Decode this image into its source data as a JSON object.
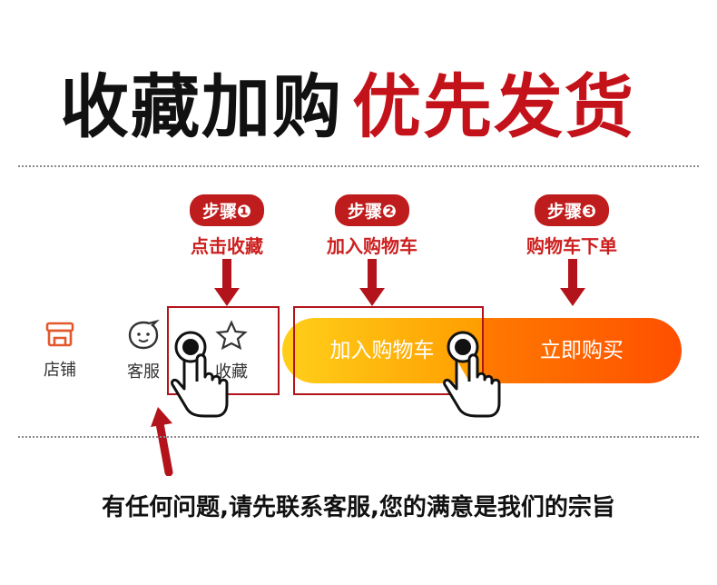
{
  "headline": {
    "black": "收藏加购",
    "red": "优先发货"
  },
  "steps": [
    {
      "badge": "步骤❶",
      "desc": "点击收藏"
    },
    {
      "badge": "步骤❷",
      "desc": "加入购物车"
    },
    {
      "badge": "步骤❸",
      "desc": "购物车下单"
    }
  ],
  "bar": {
    "shop": "店铺",
    "service": "客服",
    "favorite": "收藏",
    "add_cart": "加入购物车",
    "buy_now": "立即购买"
  },
  "bottom_message": "有任何问题,请先联系客服,您的满意是我们的宗旨",
  "colors": {
    "accent_red": "#c4121a",
    "add_cart_gradient": [
      "#ffcf1a",
      "#ff9d00"
    ],
    "buy_now_gradient": [
      "#ff7a00",
      "#ff4f00"
    ],
    "shop_icon": "#e3582a"
  }
}
